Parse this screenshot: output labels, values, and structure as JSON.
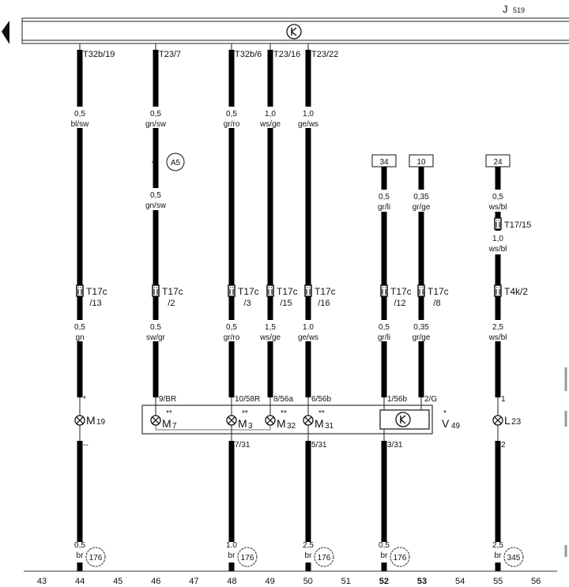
{
  "module": {
    "name": "J",
    "sub": "519",
    "symbol": "K"
  },
  "wires": [
    {
      "id": "44",
      "top_pin": "T32b/19",
      "seg1": [
        "0,5",
        "bl/sw"
      ],
      "conn": [
        "T17c",
        "/13"
      ],
      "seg2": [
        "0,5",
        "gn"
      ],
      "in_pin": "*",
      "lamp": "M",
      "lamp_sub": "19",
      "out_pin": "--",
      "seg3": [
        "0,5",
        "br"
      ],
      "ground": "176"
    },
    {
      "id": "46",
      "top_pin": "T23/7",
      "seg1": [
        "0,5",
        "gn/sw"
      ],
      "ref": "A5",
      "seg1b": [
        "0,5",
        "gn/sw"
      ],
      "conn": [
        "T17c",
        "/2"
      ],
      "seg2": [
        "0.5",
        "sw/gr"
      ],
      "in_pin": "9/BR",
      "lamp": "M",
      "lamp_sub": "7",
      "stars": "**"
    },
    {
      "id": "48",
      "top_pin": "T32b/6",
      "seg1": [
        "0,5",
        "gr/ro"
      ],
      "conn": [
        "T17c",
        "/3"
      ],
      "seg2": [
        "0,5",
        "gr/ro"
      ],
      "in_pin": "10/58R",
      "lamp": "M",
      "lamp_sub": "3",
      "stars": "**",
      "out_pin": "7/31",
      "seg3": [
        "1.0",
        "br"
      ],
      "ground": "176"
    },
    {
      "id": "49",
      "top_pin": "T23/16",
      "seg1": [
        "1,0",
        "ws/ge"
      ],
      "conn": [
        "T17c",
        "/15"
      ],
      "seg2": [
        "1,5",
        "ws/ge"
      ],
      "in_pin": "8/56a",
      "lamp": "M",
      "lamp_sub": "32",
      "stars": "**"
    },
    {
      "id": "50",
      "top_pin": "T23/22",
      "seg1": [
        "1,0",
        "ge/ws"
      ],
      "conn": [
        "T17c",
        "/16"
      ],
      "seg2": [
        "1.0",
        "ge/ws"
      ],
      "in_pin": "6/56b",
      "lamp": "M",
      "lamp_sub": "31",
      "stars": "**",
      "out_pin": "5/31",
      "seg3": [
        "2,5",
        "br"
      ],
      "ground": "176"
    },
    {
      "id": "52",
      "source": "34",
      "seg1": [
        "0,5",
        "gr/li"
      ],
      "conn": [
        "T17c",
        "/12"
      ],
      "seg2": [
        "0,5",
        "gr/li"
      ],
      "in_pin": "1/56b",
      "out_pin": "3/31",
      "seg3": [
        "0,5",
        "br"
      ],
      "ground": "176"
    },
    {
      "id": "53",
      "source": "10",
      "seg1": [
        "0,35",
        "gr/ge"
      ],
      "conn": [
        "T17c",
        "/8"
      ],
      "seg2": [
        "0,35",
        "gr/ge"
      ],
      "in_pin": "2/G"
    },
    {
      "id": "55",
      "source": "24",
      "seg1": [
        "0,5",
        "ws/bl"
      ],
      "mid_conn": "T17/15",
      "seg1b": [
        "1,0",
        "ws/bl"
      ],
      "conn": [
        "T4k/2",
        ""
      ],
      "seg2": [
        "2,5",
        "ws/bl"
      ],
      "in_pin": "1",
      "lamp": "L",
      "lamp_sub": "23",
      "out_pin": "2",
      "seg3": [
        "2,5",
        "br"
      ],
      "ground": "345"
    }
  ],
  "component_v": {
    "name": "V",
    "sub": "49",
    "star": "*",
    "symbol": "K"
  },
  "grid_numbers": [
    "43",
    "44",
    "45",
    "46",
    "47",
    "48",
    "49",
    "50",
    "51",
    "52",
    "53",
    "54",
    "55",
    "56"
  ]
}
